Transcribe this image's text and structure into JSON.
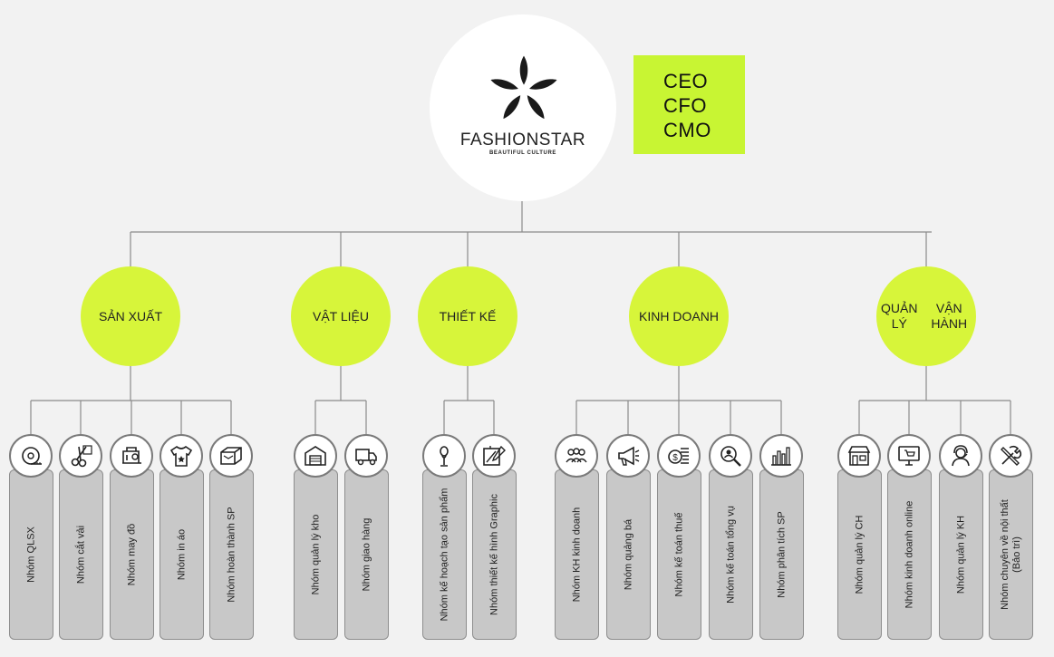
{
  "logo": {
    "name": "FASHIONSTAR",
    "tagline": "BEAUTIFUL CULTURE"
  },
  "executives": [
    "CEO",
    "CFO",
    "CMO"
  ],
  "colors": {
    "department": "#d7f53a",
    "executive": "#c8f533",
    "card": "#c8c8c8",
    "background": "#f2f2f2"
  },
  "departments": [
    {
      "name": "SẢN XUẤT",
      "groups": [
        {
          "label": "Nhóm QLSX",
          "icon": "measuring-tape-icon"
        },
        {
          "label": "Nhóm cắt vải",
          "icon": "scissors-icon"
        },
        {
          "label": "Nhóm may đồ",
          "icon": "sewing-machine-icon"
        },
        {
          "label": "Nhóm in áo",
          "icon": "tshirt-icon"
        },
        {
          "label": "Nhóm hoàn thành SP",
          "icon": "package-icon"
        }
      ]
    },
    {
      "name": "VẬT LIỆU",
      "groups": [
        {
          "label": "Nhóm quản lý kho",
          "icon": "warehouse-icon"
        },
        {
          "label": "Nhóm giao hàng",
          "icon": "truck-icon"
        }
      ]
    },
    {
      "name": "THIẾT KẾ",
      "groups": [
        {
          "label": "Nhóm kế hoạch tạo sản phẩm",
          "icon": "mannequin-icon"
        },
        {
          "label": "Nhóm thiết kế hình Graphic",
          "icon": "design-tools-icon"
        }
      ]
    },
    {
      "name": "KINH DOANH",
      "groups": [
        {
          "label": "Nhóm KH kinh doanh",
          "icon": "team-icon"
        },
        {
          "label": "Nhóm quảng bá",
          "icon": "megaphone-icon"
        },
        {
          "label": "Nhóm kế toán thuế",
          "icon": "coins-icon"
        },
        {
          "label": "Nhóm kế toán tổng vụ",
          "icon": "search-person-icon"
        },
        {
          "label": "Nhóm phân tích SP",
          "icon": "bar-chart-icon"
        }
      ]
    },
    {
      "name": "QUẢN LÝ\nVẬN HÀNH",
      "groups": [
        {
          "label": "Nhóm quản lý CH",
          "icon": "store-icon"
        },
        {
          "label": "Nhóm kinh doanh online",
          "icon": "online-shop-icon"
        },
        {
          "label": "Nhóm quản lý KH",
          "icon": "support-agent-icon"
        },
        {
          "label": "Nhóm chuyên về nội thất\n(Bảo trì)",
          "icon": "tools-icon"
        }
      ]
    }
  ]
}
